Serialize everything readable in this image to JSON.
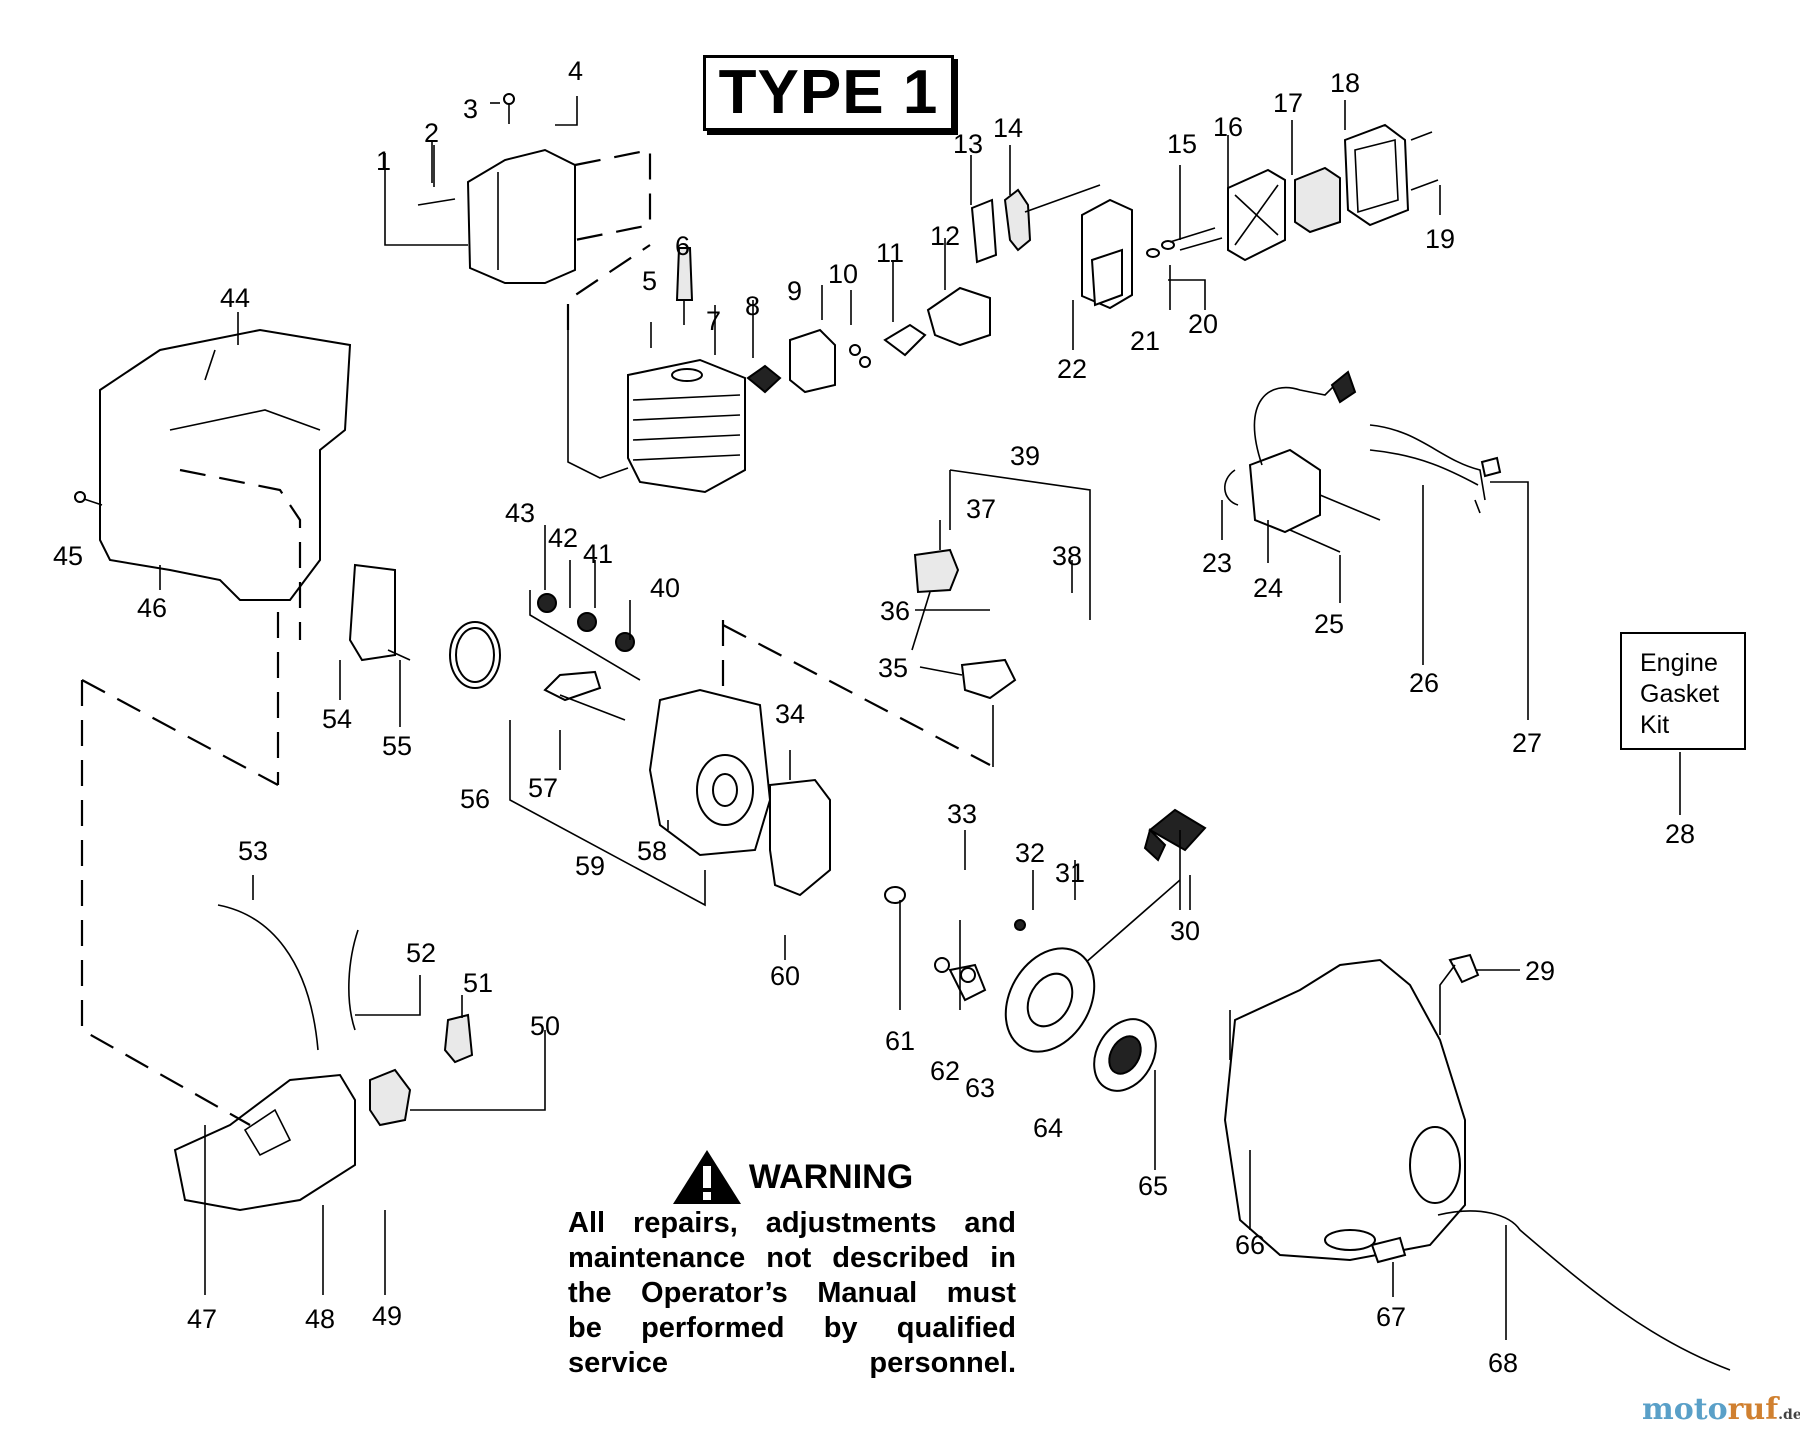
{
  "title": "TYPE 1",
  "kit_label": [
    "Engine",
    "Gasket",
    "Kit"
  ],
  "warning": {
    "heading": "WARNING",
    "lines": [
      "All repairs, adjustments and",
      "maintenance not described in",
      "the Operator’s Manual must",
      "be performed by qualified",
      "service personnel."
    ]
  },
  "watermark": {
    "part1": "moto",
    "part2": "ruf",
    "part3": ".de"
  },
  "icons": [
    "warning-triangle-icon"
  ],
  "callouts": [
    "1",
    "2",
    "3",
    "4",
    "5",
    "6",
    "7",
    "8",
    "9",
    "10",
    "11",
    "12",
    "13",
    "14",
    "15",
    "16",
    "17",
    "18",
    "19",
    "20",
    "21",
    "22",
    "23",
    "24",
    "25",
    "26",
    "27",
    "28",
    "29",
    "30",
    "31",
    "32",
    "33",
    "34",
    "35",
    "36",
    "37",
    "38",
    "39",
    "40",
    "41",
    "42",
    "43",
    "44",
    "45",
    "46",
    "47",
    "48",
    "49",
    "50",
    "51",
    "52",
    "53",
    "54",
    "55",
    "56",
    "57",
    "58",
    "59",
    "60",
    "61",
    "62",
    "63",
    "64",
    "65",
    "66",
    "67",
    "68"
  ]
}
